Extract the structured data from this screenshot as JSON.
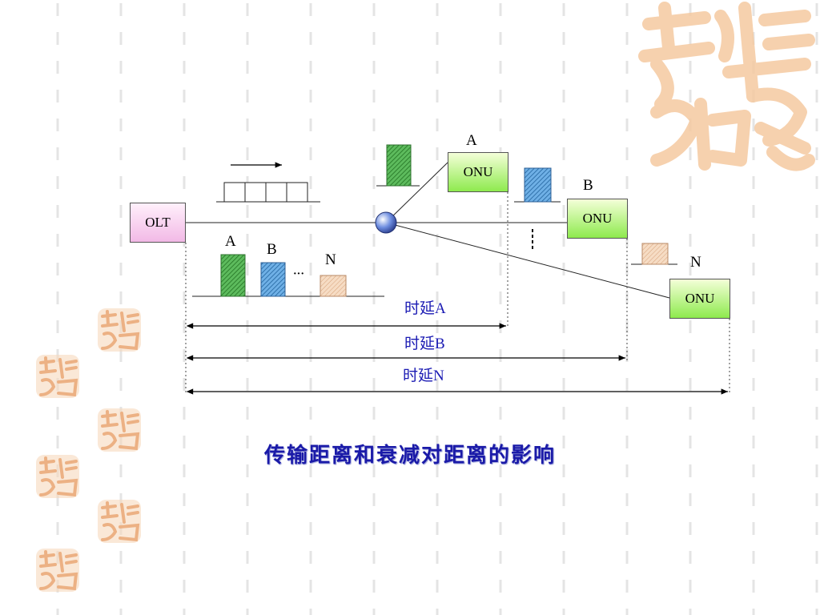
{
  "diagram": {
    "olt_label": "OLT",
    "onu_a_label": "ONU",
    "onu_b_label": "ONU",
    "onu_n_label": "ONU",
    "tag_a_top": "A",
    "tag_b_top": "B",
    "tag_n_top": "N",
    "packet_a_label": "A",
    "packet_b_label": "B",
    "packet_n_label": "N",
    "ellipsis": "···",
    "delay_a": "时延A",
    "delay_b": "时延B",
    "delay_n": "时延N"
  },
  "caption": "传输距离和衰减对距离的影响",
  "colors": {
    "olt_fill": "#f2b9e6",
    "onu_fill": "#8eea4e",
    "packet_a": "#3fae3f",
    "packet_b": "#3a8fd0",
    "packet_n": "#f2c9a8",
    "delay_text": "#1a1ab3",
    "caption_text": "#1a1aa8",
    "logo": "#f5c9a0"
  }
}
